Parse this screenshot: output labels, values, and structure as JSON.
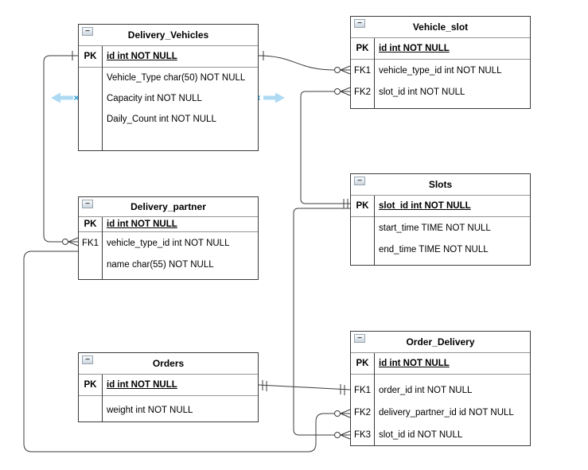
{
  "app": {
    "canvas_background": "#ffffff",
    "line_color": "#3b3b3b",
    "hover_arrow_color": "#a9d7f2",
    "hover_marker_color": "#1e9bd7"
  },
  "icons": {
    "collapse_glyph": "−",
    "hover_arrow_left": "left-arrow",
    "hover_arrow_right": "right-arrow"
  },
  "tables": [
    {
      "title": "Delivery_Vehicles",
      "rows": [
        {
          "key": "PK",
          "text": "id int NOT NULL"
        },
        {
          "key": "",
          "text": "Vehicle_Type char(50) NOT NULL"
        },
        {
          "key": "",
          "text": "Capacity int NOT NULL"
        },
        {
          "key": "",
          "text": "Daily_Count int NOT NULL"
        }
      ]
    },
    {
      "title": "Vehicle_slot",
      "rows": [
        {
          "key": "PK",
          "text": "id int NOT NULL"
        },
        {
          "key": "FK1",
          "text": "vehicle_type_id int NOT NULL"
        },
        {
          "key": "FK2",
          "text": "slot_id int NOT NULL"
        }
      ]
    },
    {
      "title": "Delivery_partner",
      "rows": [
        {
          "key": "PK",
          "text": "id int NOT NULL"
        },
        {
          "key": "FK1",
          "text": "vehicle_type_id int NOT NULL"
        },
        {
          "key": "",
          "text": "name char(55) NOT NULL"
        }
      ]
    },
    {
      "title": "Slots",
      "rows": [
        {
          "key": "PK",
          "text": "slot_id int NOT NULL"
        },
        {
          "key": "",
          "text": "start_time TIME NOT NULL"
        },
        {
          "key": "",
          "text": "end_time TIME NOT NULL"
        }
      ]
    },
    {
      "title": "Orders",
      "rows": [
        {
          "key": "PK",
          "text": "id int NOT NULL"
        },
        {
          "key": "",
          "text": "weight int NOT NULL"
        }
      ]
    },
    {
      "title": "Order_Delivery",
      "rows": [
        {
          "key": "PK",
          "text": "id int NOT NULL"
        },
        {
          "key": "FK1",
          "text": "order_id int NOT NULL"
        },
        {
          "key": "FK2",
          "text": "delivery_partner_id id NOT NULL"
        },
        {
          "key": "FK3",
          "text": "slot_id id NOT NULL"
        }
      ]
    }
  ],
  "relations": [
    {
      "from": "Delivery_Vehicles.id",
      "to": "Vehicle_slot.vehicle_type_id",
      "from_cardinality": "one",
      "to_cardinality": "zero-or-many"
    },
    {
      "from": "Slots.slot_id",
      "to": "Vehicle_slot.slot_id",
      "from_cardinality": "one",
      "to_cardinality": "zero-or-many"
    },
    {
      "from": "Delivery_Vehicles.id",
      "to": "Delivery_partner.vehicle_type_id",
      "from_cardinality": "one",
      "to_cardinality": "zero-or-many"
    },
    {
      "from": "Delivery_partner.id",
      "to": "Order_Delivery.delivery_partner_id",
      "from_cardinality": "plain",
      "to_cardinality": "zero-or-many"
    },
    {
      "from": "Orders.id",
      "to": "Order_Delivery.order_id",
      "from_cardinality": "one",
      "to_cardinality": "one"
    },
    {
      "from": "Slots.slot_id",
      "to": "Order_Delivery.slot_id",
      "from_cardinality": "one",
      "to_cardinality": "zero-or-many"
    }
  ]
}
